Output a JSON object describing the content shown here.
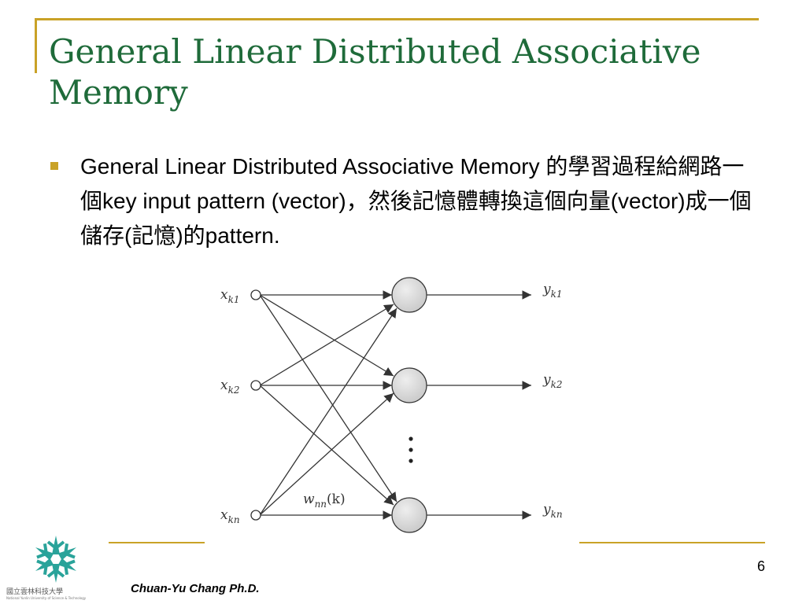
{
  "slide": {
    "title": "General Linear Distributed Associative Memory",
    "bullet": "General Linear Distributed Associative Memory 的學習過程給網路一個key input pattern (vector)，然後記憶體轉換這個向量(vector)成一個儲存(記憶)的pattern.",
    "footer_author": "Chuan-Yu Chang Ph.D.",
    "page_number": "6"
  },
  "diagram": {
    "input_labels": [
      {
        "var": "x",
        "sub": "k1"
      },
      {
        "var": "x",
        "sub": "k2"
      },
      {
        "var": "x",
        "sub": "kn"
      }
    ],
    "output_labels": [
      {
        "var": "y",
        "sub": "k1"
      },
      {
        "var": "y",
        "sub": "k2"
      },
      {
        "var": "y",
        "sub": "kn"
      }
    ],
    "weight_label": {
      "var": "w",
      "sub": "nn",
      "arg": "(k)"
    },
    "ellipsis": "⋮"
  },
  "logo": {
    "name": "snowflake-logo",
    "caption": "國立雲林科技大學",
    "caption_en": "National Yunlin University of Science & Technology"
  },
  "colors": {
    "title": "#1f6b3a",
    "accent": "#c9a227",
    "neuron_fill": "#d9d9d9",
    "logo": "#2aa39a"
  }
}
